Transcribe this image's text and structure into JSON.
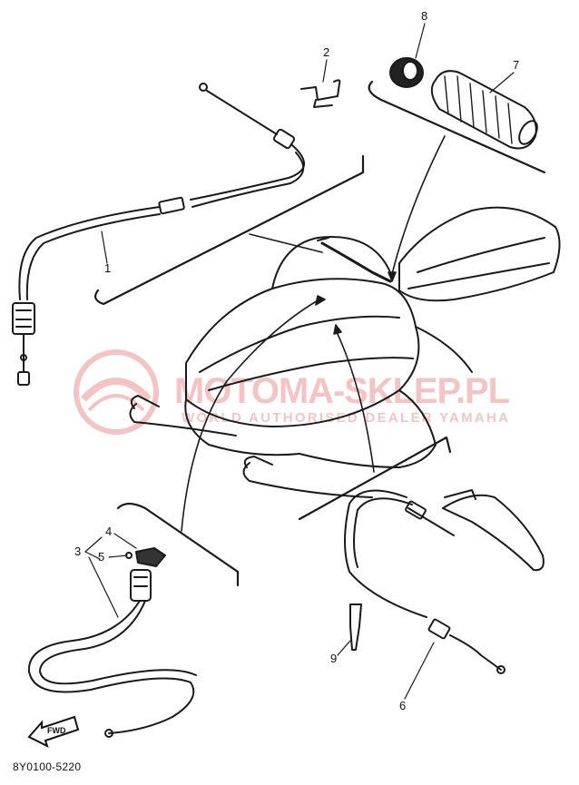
{
  "callouts": {
    "c1": "1",
    "c2": "2",
    "c3": "3",
    "c4": "4",
    "c5": "5",
    "c6": "6",
    "c7": "7",
    "c8": "8",
    "c9": "9"
  },
  "fwd_label": "FWD",
  "diagram_code": "8Y0100-5220",
  "watermark": {
    "main": "MOTOMA-SKLEP.PL",
    "sub": "WORLD AUTHORISED DEALER YAMAHA",
    "color": "#e05a5a"
  }
}
